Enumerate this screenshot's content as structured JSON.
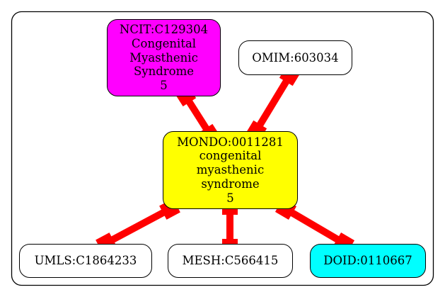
{
  "diagram": {
    "colors": {
      "edge": "#ff0000",
      "border": "#000000",
      "default_fill": "#ffffff",
      "ncit_fill": "#ff00ff",
      "mondo_fill": "#ffff00",
      "doid_fill": "#00ffff"
    },
    "nodes": {
      "ncit": {
        "id": "NCIT:C129304",
        "line1": "Congenital",
        "line2": "Myasthenic",
        "line3": "Syndrome",
        "line4": "5"
      },
      "omim": {
        "id": "OMIM:603034"
      },
      "mondo": {
        "id": "MONDO:0011281",
        "line1": "congenital",
        "line2": "myasthenic",
        "line3": "syndrome",
        "line4": "5"
      },
      "umls": {
        "id": "UMLS:C1864233"
      },
      "mesh": {
        "id": "MESH:C566415"
      },
      "doid": {
        "id": "DOID:0110667"
      }
    },
    "edges": [
      {
        "from": "ncit",
        "to": "mondo"
      },
      {
        "from": "omim",
        "to": "mondo"
      },
      {
        "from": "mondo",
        "to": "umls"
      },
      {
        "from": "mondo",
        "to": "mesh"
      },
      {
        "from": "mondo",
        "to": "doid"
      }
    ]
  }
}
